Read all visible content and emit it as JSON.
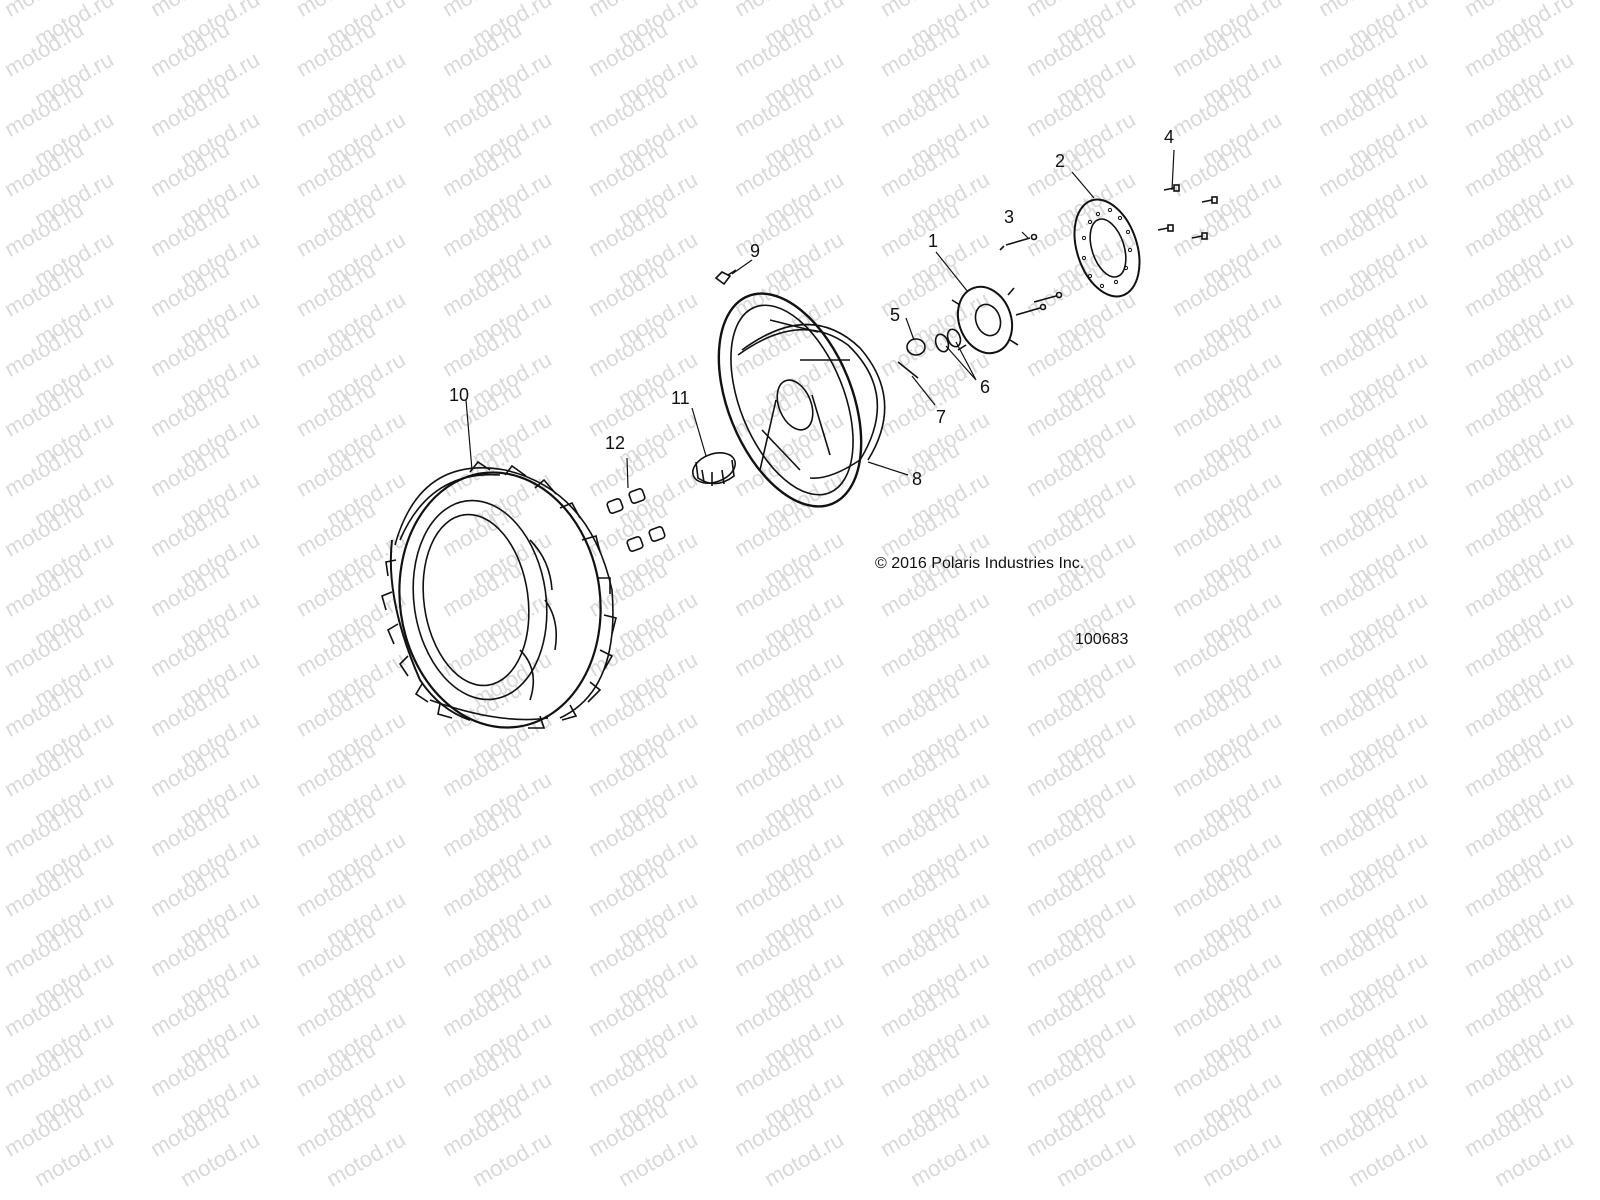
{
  "watermark": "motod.ru",
  "copyright": "© 2016 Polaris Industries Inc.",
  "diagram_number": "100683",
  "callouts": [
    "1",
    "2",
    "3",
    "4",
    "5",
    "6",
    "7",
    "8",
    "9",
    "10",
    "11",
    "12"
  ],
  "colors": {
    "line": "#111111",
    "watermark": "#d9d9d9",
    "background": "#ffffff"
  }
}
